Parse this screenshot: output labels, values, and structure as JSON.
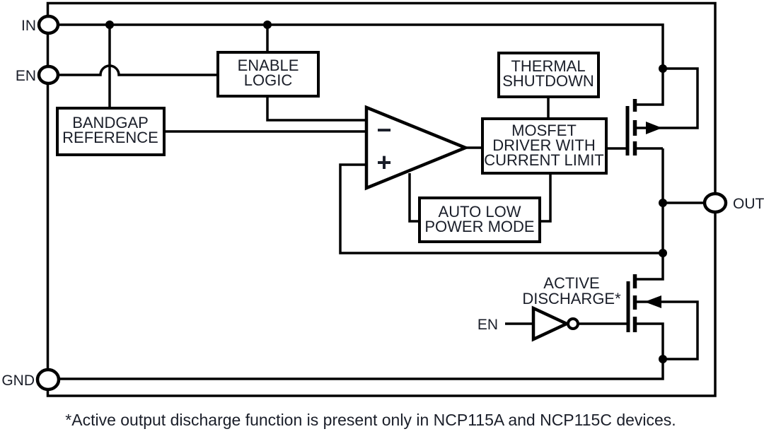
{
  "pins": {
    "in": "IN",
    "en": "EN",
    "gnd": "GND",
    "out": "OUT"
  },
  "blocks": {
    "enable_logic": {
      "line1": "ENABLE",
      "line2": "LOGIC"
    },
    "bandgap": {
      "line1": "BANDGAP",
      "line2": "REFERENCE"
    },
    "thermal_shutdown": {
      "line1": "THERMAL",
      "line2": "SHUTDOWN"
    },
    "mosfet_driver": {
      "line1": "MOSFET",
      "line2": "DRIVER WITH",
      "line3": "CURRENT LIMIT"
    },
    "auto_low_power": {
      "line1": "AUTO LOW",
      "line2": "POWER MODE"
    }
  },
  "discharge": {
    "label_line1": "ACTIVE",
    "label_line2": "DISCHARGE*",
    "en_label": "EN"
  },
  "error_amp": {
    "inverting_symbol": "−",
    "noninverting_symbol": "+"
  },
  "footnote": "*Active output discharge function is present only in NCP115A and NCP115C devices.",
  "colors": {
    "line": "#000000",
    "text": "#1a1e29",
    "background": "#ffffff"
  }
}
